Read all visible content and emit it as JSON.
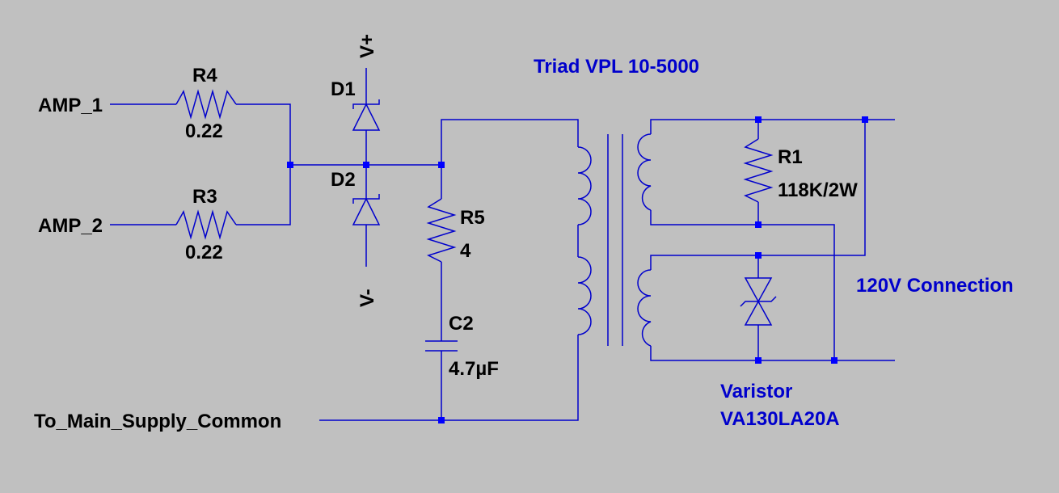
{
  "colors": {
    "background": "#c0c0c0",
    "wire": "#0000cc",
    "label": "#000000",
    "note": "#0000cc",
    "junction": "#0000ff"
  },
  "nets": {
    "amp1": "AMP_1",
    "amp2": "AMP_2",
    "common": "To_Main_Supply_Common",
    "vplus": "V+",
    "vminus": "V-"
  },
  "components": {
    "r4": {
      "ref": "R4",
      "value": "0.22"
    },
    "r3": {
      "ref": "R3",
      "value": "0.22"
    },
    "d1": {
      "ref": "D1"
    },
    "d2": {
      "ref": "D2"
    },
    "r5": {
      "ref": "R5",
      "value": "4"
    },
    "c2": {
      "ref": "C2",
      "value": "4.7µF"
    },
    "r1": {
      "ref": "R1",
      "value": "118K/2W"
    }
  },
  "annotations": {
    "transformer": "Triad VPL 10-5000",
    "connection": "120V Connection",
    "varistor_line1": "Varistor",
    "varistor_line2": "VA130LA20A"
  }
}
